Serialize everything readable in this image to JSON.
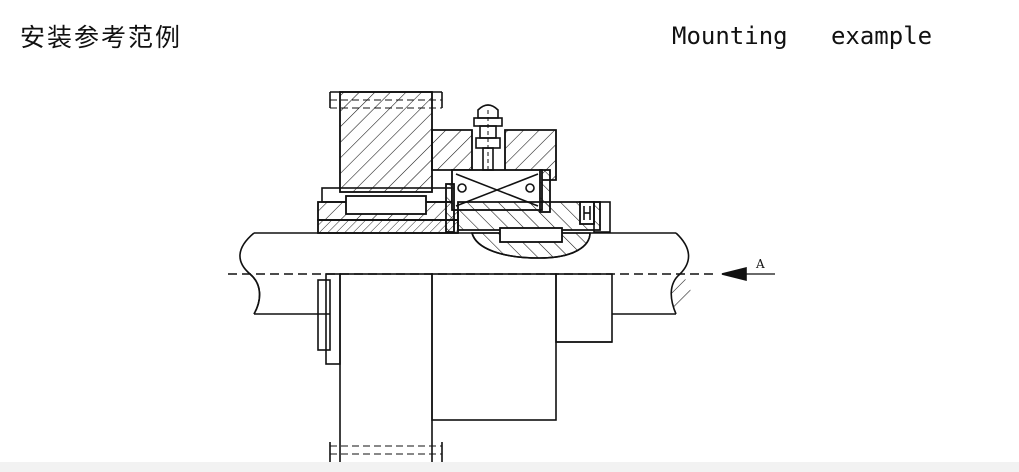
{
  "header": {
    "title_cn": "安装参考范例",
    "title_en": "Mounting   example"
  },
  "drawing": {
    "arrow_label": "A"
  }
}
